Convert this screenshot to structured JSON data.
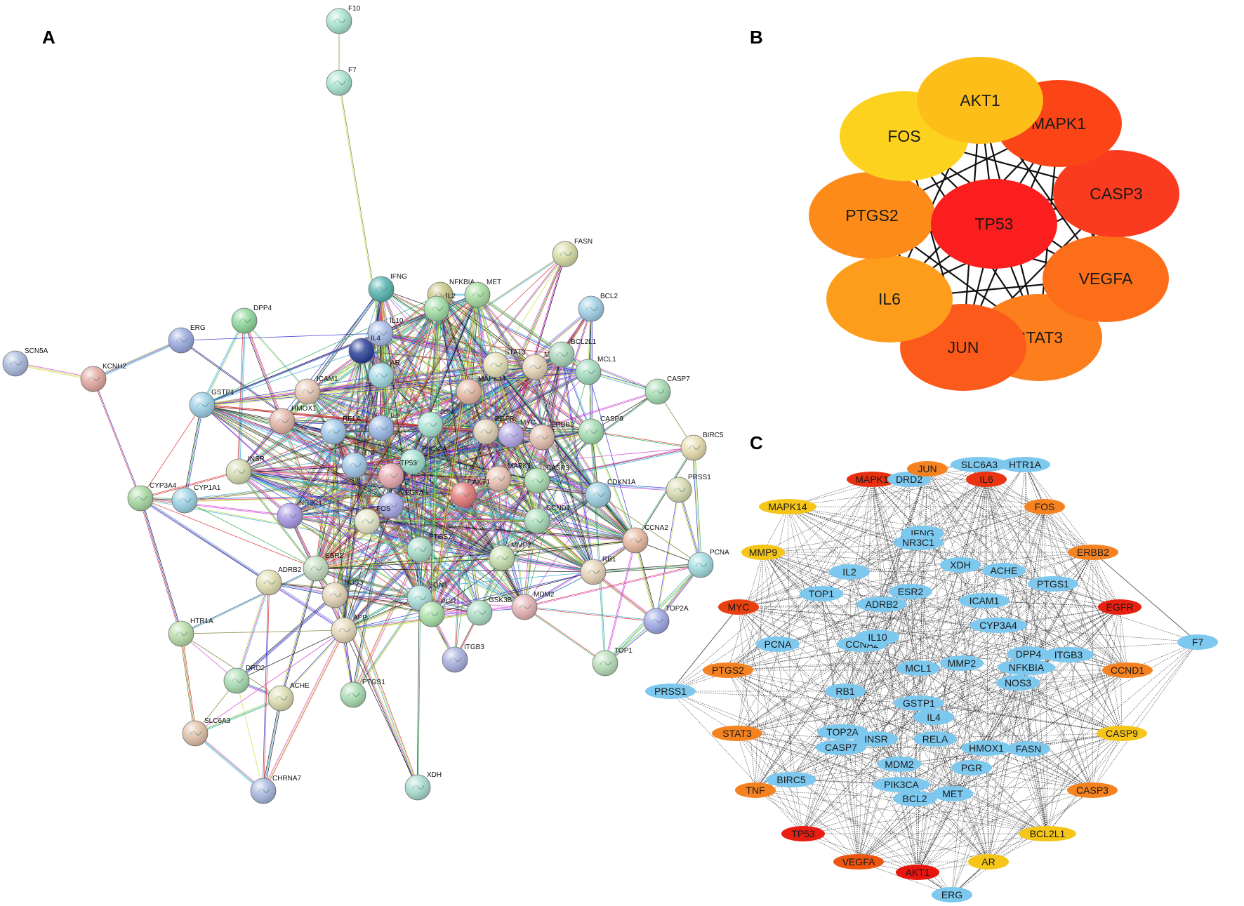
{
  "panels": [
    {
      "letter": "A"
    },
    {
      "letter": "B"
    },
    {
      "letter": "C"
    }
  ],
  "colors": {
    "a_edges": [
      "#c6dd3c",
      "#111111",
      "#d23ad3",
      "#35a8d8",
      "#2e2ed0",
      "#22aa55",
      "#d92a2a",
      "#7a7a2a"
    ],
    "b_node_fills": [
      "#fcd21f",
      "#fdbe19",
      "#fb4517",
      "#fb3b1f",
      "#fa1e1e",
      "#fd8b1a",
      "#fe9d1c",
      "#fc6e1a",
      "#fb5a1a"
    ],
    "c_hub": "#e8300f",
    "c_orange": "#f58220",
    "c_yellow": "#f5c518",
    "c_blue": "#7cc8ee"
  },
  "network_a": {
    "nodes": [
      {
        "id": "F10",
        "label": "F10",
        "color": "#a7e3cf"
      },
      {
        "id": "F7",
        "label": "F7",
        "color": "#a7e3cf"
      },
      {
        "id": "FASN",
        "label": "FASN",
        "color": "#d7dba3"
      },
      {
        "id": "IFNG",
        "label": "IFNG",
        "color": "#56b6b0"
      },
      {
        "id": "NFKBIA",
        "label": "NFKBIA",
        "color": "#c7c486"
      },
      {
        "id": "MET",
        "label": "MET",
        "color": "#a6dc9f"
      },
      {
        "id": "BCL2",
        "label": "BCL2",
        "color": "#9fd0e8"
      },
      {
        "id": "DPP4",
        "label": "DPP4",
        "color": "#8ed79a"
      },
      {
        "id": "ERG",
        "label": "ERG",
        "color": "#9aa9e0"
      },
      {
        "id": "SCN5A",
        "label": "SCN5A",
        "color": "#a9b9dc"
      },
      {
        "id": "KCNH2",
        "label": "KCNH2",
        "color": "#e3a8a0"
      },
      {
        "id": "IL2",
        "label": "IL2",
        "color": "#9fdca3"
      },
      {
        "id": "IL10",
        "label": "IL10",
        "color": "#a7bce8"
      },
      {
        "id": "IL4",
        "label": "IL4",
        "color": "#2a3f9a"
      },
      {
        "id": "AR",
        "label": "AR",
        "color": "#a0d8e3"
      },
      {
        "id": "ICAM1",
        "label": "ICAM1",
        "color": "#e8c8b4"
      },
      {
        "id": "GSTP1",
        "label": "GSTP1",
        "color": "#9bd0e6"
      },
      {
        "id": "HMOX1",
        "label": "HMOX1",
        "color": "#e2b4a6"
      },
      {
        "id": "RELA",
        "label": "RELA",
        "color": "#a0c8ea"
      },
      {
        "id": "IL6",
        "label": "IL6",
        "color": "#9ab8e6"
      },
      {
        "id": "MAPK14",
        "label": "MAPK14",
        "color": "#e6b8a3"
      },
      {
        "id": "STAT3",
        "label": "STAT3",
        "color": "#e6e0b8"
      },
      {
        "id": "MMP9",
        "label": "MMP9",
        "color": "#e6d4b8"
      },
      {
        "id": "BCL2L1",
        "label": "BCL2L1",
        "color": "#a8d6b8"
      },
      {
        "id": "MCL1",
        "label": "MCL1",
        "color": "#a3dcc0"
      },
      {
        "id": "CASP7",
        "label": "CASP7",
        "color": "#a3dcb1"
      },
      {
        "id": "CASP9",
        "label": "CASP9",
        "color": "#a3dcb1"
      },
      {
        "id": "BIRC5",
        "label": "BIRC5",
        "color": "#e8ddb0"
      },
      {
        "id": "MYC",
        "label": "MYC",
        "color": "#b6a8e8"
      },
      {
        "id": "ERBB2",
        "label": "ERBB2",
        "color": "#e6c0b0"
      },
      {
        "id": "JUN",
        "label": "JUN",
        "color": "#a8e4d4"
      },
      {
        "id": "EGFR",
        "label": "EGFR",
        "color": "#e0d0b4"
      },
      {
        "id": "TNF",
        "label": "TNF",
        "color": "#9fc6e8"
      },
      {
        "id": "PIK3CA",
        "label": "PIK3CA",
        "color": "#9fe0d0"
      },
      {
        "id": "TP53",
        "label": "TP53",
        "color": "#e8a8b0"
      },
      {
        "id": "INSR",
        "label": "INSR",
        "color": "#d6dcb0"
      },
      {
        "id": "MAPK1",
        "label": "MAPK1",
        "color": "#e8c0b0"
      },
      {
        "id": "CASP3",
        "label": "CASP3",
        "color": "#a8dcb0"
      },
      {
        "id": "CDKN1A",
        "label": "CDKN1A",
        "color": "#9ccfe2"
      },
      {
        "id": "PRSS1",
        "label": "PRSS1",
        "color": "#d8dcb0"
      },
      {
        "id": "CYP3A4",
        "label": "CYP3A4",
        "color": "#a8d8a0"
      },
      {
        "id": "CYP1A1",
        "label": "CYP1A1",
        "color": "#9cd2e6"
      },
      {
        "id": "NR3C1",
        "label": "NR3C1",
        "color": "#a898e4"
      },
      {
        "id": "VEGFA",
        "label": "VEGFA",
        "color": "#a8a8e8"
      },
      {
        "id": "AKT1",
        "label": "AKT1",
        "color": "#e87a7a"
      },
      {
        "id": "CCND1",
        "label": "CCND1",
        "color": "#a8dcb8"
      },
      {
        "id": "FOS",
        "label": "FOS",
        "color": "#e6e6c8"
      },
      {
        "id": "CCNA2",
        "label": "CCNA2",
        "color": "#e8b8a0"
      },
      {
        "id": "PTGS2",
        "label": "PTGS2",
        "color": "#a8dcc8"
      },
      {
        "id": "ESR2",
        "label": "ESR2",
        "color": "#c4dcc0"
      },
      {
        "id": "PCNA",
        "label": "PCNA",
        "color": "#a0dce0"
      },
      {
        "id": "ADRB2",
        "label": "ADRB2",
        "color": "#e0ddb0"
      },
      {
        "id": "NOS3",
        "label": "NOS3",
        "color": "#e6d4b8"
      },
      {
        "id": "MMP2",
        "label": "MMP2",
        "color": "#c8e0b0"
      },
      {
        "id": "RB1",
        "label": "RB1",
        "color": "#e6d2b8"
      },
      {
        "id": "EDN1",
        "label": "EDN1",
        "color": "#a8dcd8"
      },
      {
        "id": "PGR",
        "label": "PGR",
        "color": "#a8e0a8"
      },
      {
        "id": "GSK3B",
        "label": "GSK3B",
        "color": "#a8dcc0"
      },
      {
        "id": "MDM2",
        "label": "MDM2",
        "color": "#e6b4b4"
      },
      {
        "id": "HTR1A",
        "label": "HTR1A",
        "color": "#b8dca8"
      },
      {
        "id": "APP",
        "label": "APP",
        "color": "#e6d8b8"
      },
      {
        "id": "TOP2A",
        "label": "TOP2A",
        "color": "#a0a8e6"
      },
      {
        "id": "ITGB3",
        "label": "ITGB3",
        "color": "#a8b0e0"
      },
      {
        "id": "TOP1",
        "label": "TOP1",
        "color": "#b8e0b8"
      },
      {
        "id": "DRD2",
        "label": "DRD2",
        "color": "#a8dcb0"
      },
      {
        "id": "ACHE",
        "label": "ACHE",
        "color": "#dcdcb0"
      },
      {
        "id": "PTGS1",
        "label": "PTGS1",
        "color": "#a8dcb0"
      },
      {
        "id": "SLC6A3",
        "label": "SLC6A3",
        "color": "#e0c0a8"
      },
      {
        "id": "XDH",
        "label": "XDH",
        "color": "#a8dcd0"
      },
      {
        "id": "CHRNA7",
        "label": "CHRNA7",
        "color": "#a8b8e0"
      }
    ]
  },
  "network_b": {
    "nodes": [
      {
        "id": "FOS",
        "label": "FOS"
      },
      {
        "id": "AKT1",
        "label": "AKT1"
      },
      {
        "id": "MAPK1",
        "label": "MAPK1"
      },
      {
        "id": "CASP3",
        "label": "CASP3"
      },
      {
        "id": "TP53",
        "label": "TP53"
      },
      {
        "id": "PTGS2",
        "label": "PTGS2"
      },
      {
        "id": "IL6",
        "label": "IL6"
      },
      {
        "id": "VEGFA",
        "label": "VEGFA"
      },
      {
        "id": "JUN",
        "label": "JUN"
      },
      {
        "id": "STAT3",
        "label": "STAT3"
      }
    ]
  },
  "network_c": {
    "ring": [
      {
        "label": "MAPK1",
        "tier": "hub"
      },
      {
        "label": "DRD2",
        "tier": "blue"
      },
      {
        "label": "JUN",
        "tier": "orange"
      },
      {
        "label": "SLC6A3",
        "tier": "blue"
      },
      {
        "label": "HTR1A",
        "tier": "blue"
      },
      {
        "label": "IL6",
        "tier": "hub"
      },
      {
        "label": "FOS",
        "tier": "orange"
      },
      {
        "label": "MAPK14",
        "tier": "yellow"
      },
      {
        "label": "ERBB2",
        "tier": "orange"
      },
      {
        "label": "MMP9",
        "tier": "yellow"
      },
      {
        "label": "MYC",
        "tier": "hub"
      },
      {
        "label": "EGFR",
        "tier": "hub"
      },
      {
        "label": "F7",
        "tier": "blue"
      },
      {
        "label": "PTGS2",
        "tier": "orange"
      },
      {
        "label": "CCND1",
        "tier": "orange"
      },
      {
        "label": "PRSS1",
        "tier": "blue"
      },
      {
        "label": "STAT3",
        "tier": "orange"
      },
      {
        "label": "CASP9",
        "tier": "yellow"
      },
      {
        "label": "TNF",
        "tier": "orange"
      },
      {
        "label": "CASP3",
        "tier": "orange"
      },
      {
        "label": "TP53",
        "tier": "hub"
      },
      {
        "label": "BCL2L1",
        "tier": "yellow"
      },
      {
        "label": "VEGFA",
        "tier": "hub"
      },
      {
        "label": "AKT1",
        "tier": "hub"
      },
      {
        "label": "AR",
        "tier": "yellow"
      },
      {
        "label": "ERG",
        "tier": "blue"
      }
    ],
    "inner": [
      {
        "label": "IFNG"
      },
      {
        "label": "NR3C1"
      },
      {
        "label": "XDH"
      },
      {
        "label": "IL2"
      },
      {
        "label": "ACHE"
      },
      {
        "label": "PTGS1"
      },
      {
        "label": "TOP1"
      },
      {
        "label": "ESR2"
      },
      {
        "label": "ICAM1"
      },
      {
        "label": "ADRB2"
      },
      {
        "label": "CYP3A4"
      },
      {
        "label": "PCNA"
      },
      {
        "label": "CCNA2"
      },
      {
        "label": "IL10"
      },
      {
        "label": "DPP4"
      },
      {
        "label": "ITGB3"
      },
      {
        "label": "MCL1"
      },
      {
        "label": "MMP2"
      },
      {
        "label": "NFKBIA"
      },
      {
        "label": "NOS3"
      },
      {
        "label": "RB1"
      },
      {
        "label": "GSTP1"
      },
      {
        "label": "IL4"
      },
      {
        "label": "TOP2A"
      },
      {
        "label": "INSR"
      },
      {
        "label": "RELA"
      },
      {
        "label": "HMOX1"
      },
      {
        "label": "FASN"
      },
      {
        "label": "CASP7"
      },
      {
        "label": "MDM2"
      },
      {
        "label": "PGR"
      },
      {
        "label": "BIRC5"
      },
      {
        "label": "PIK3CA"
      },
      {
        "label": "MET"
      },
      {
        "label": "BCL2"
      }
    ]
  }
}
